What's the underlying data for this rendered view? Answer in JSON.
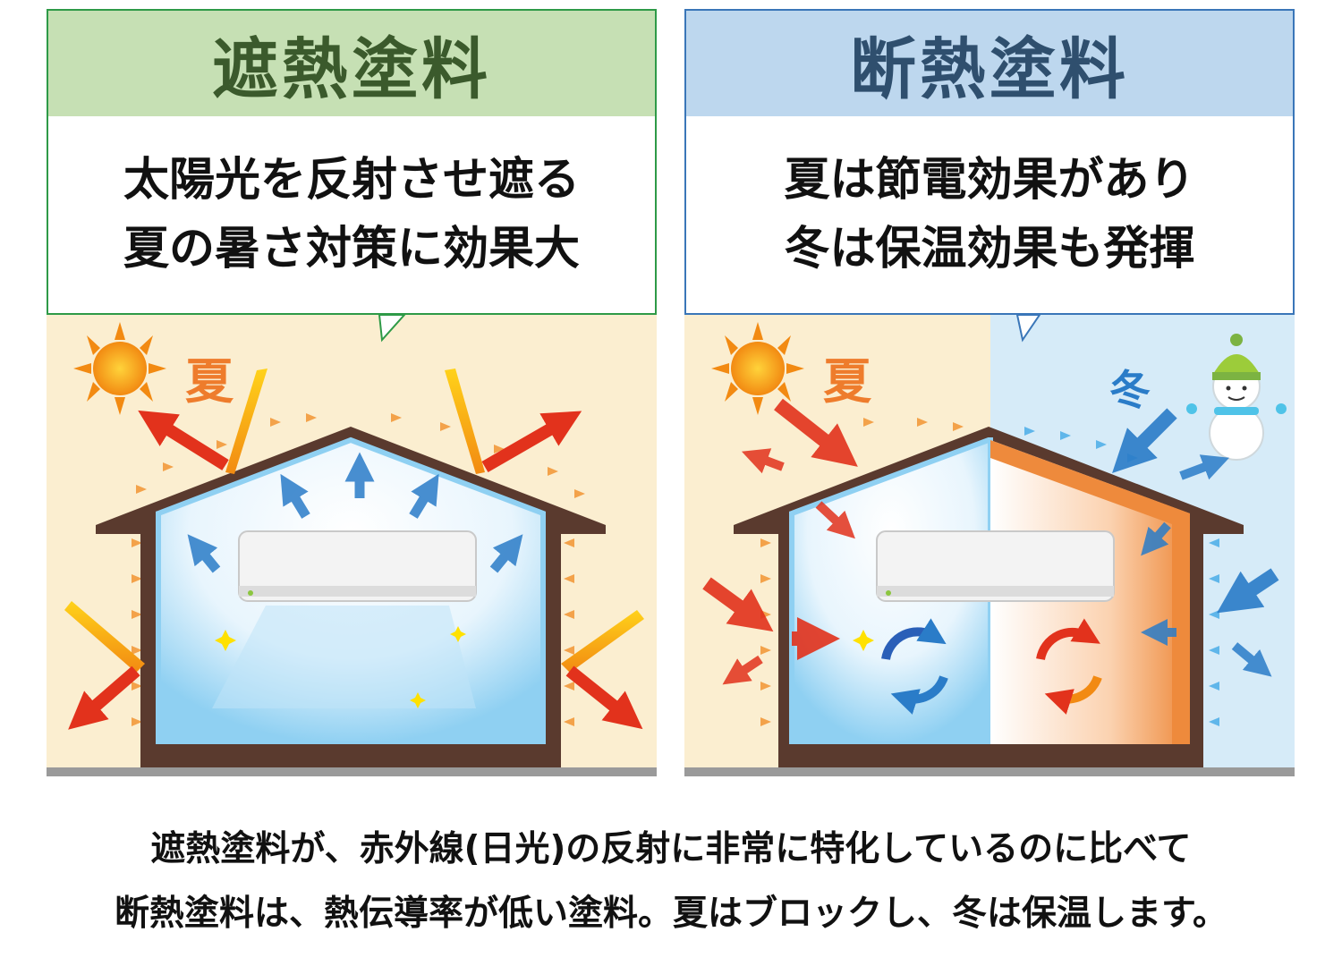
{
  "panels": [
    {
      "title": "遮熱塗料",
      "description": [
        "太陽光を反射させ遮る",
        "夏の暑さ対策に効果大"
      ],
      "season_labels": [
        "夏"
      ]
    },
    {
      "title": "断熱塗料",
      "description": [
        "夏は節電効果があり",
        "冬は保温効果も発揮"
      ],
      "season_labels": [
        "夏",
        "冬"
      ]
    }
  ],
  "footer": [
    "遮熱塗料が、赤外線(日光)の反射に非常に特化しているのに比べて",
    "断熱塗料は、熱伝導率が低い塗料。夏はブロックし、冬は保温します。"
  ],
  "colors": {
    "summer_bg": "#fbeed0",
    "winter_bg": "#d6ebf8",
    "roof": "#5a3a2e",
    "green_border": "#2e9a47",
    "blue_border": "#3a76b8",
    "heat_arrow": "#e2321c",
    "cool_arrow": "#2a7cc8",
    "insulation_orange": "#ee8a3c"
  }
}
